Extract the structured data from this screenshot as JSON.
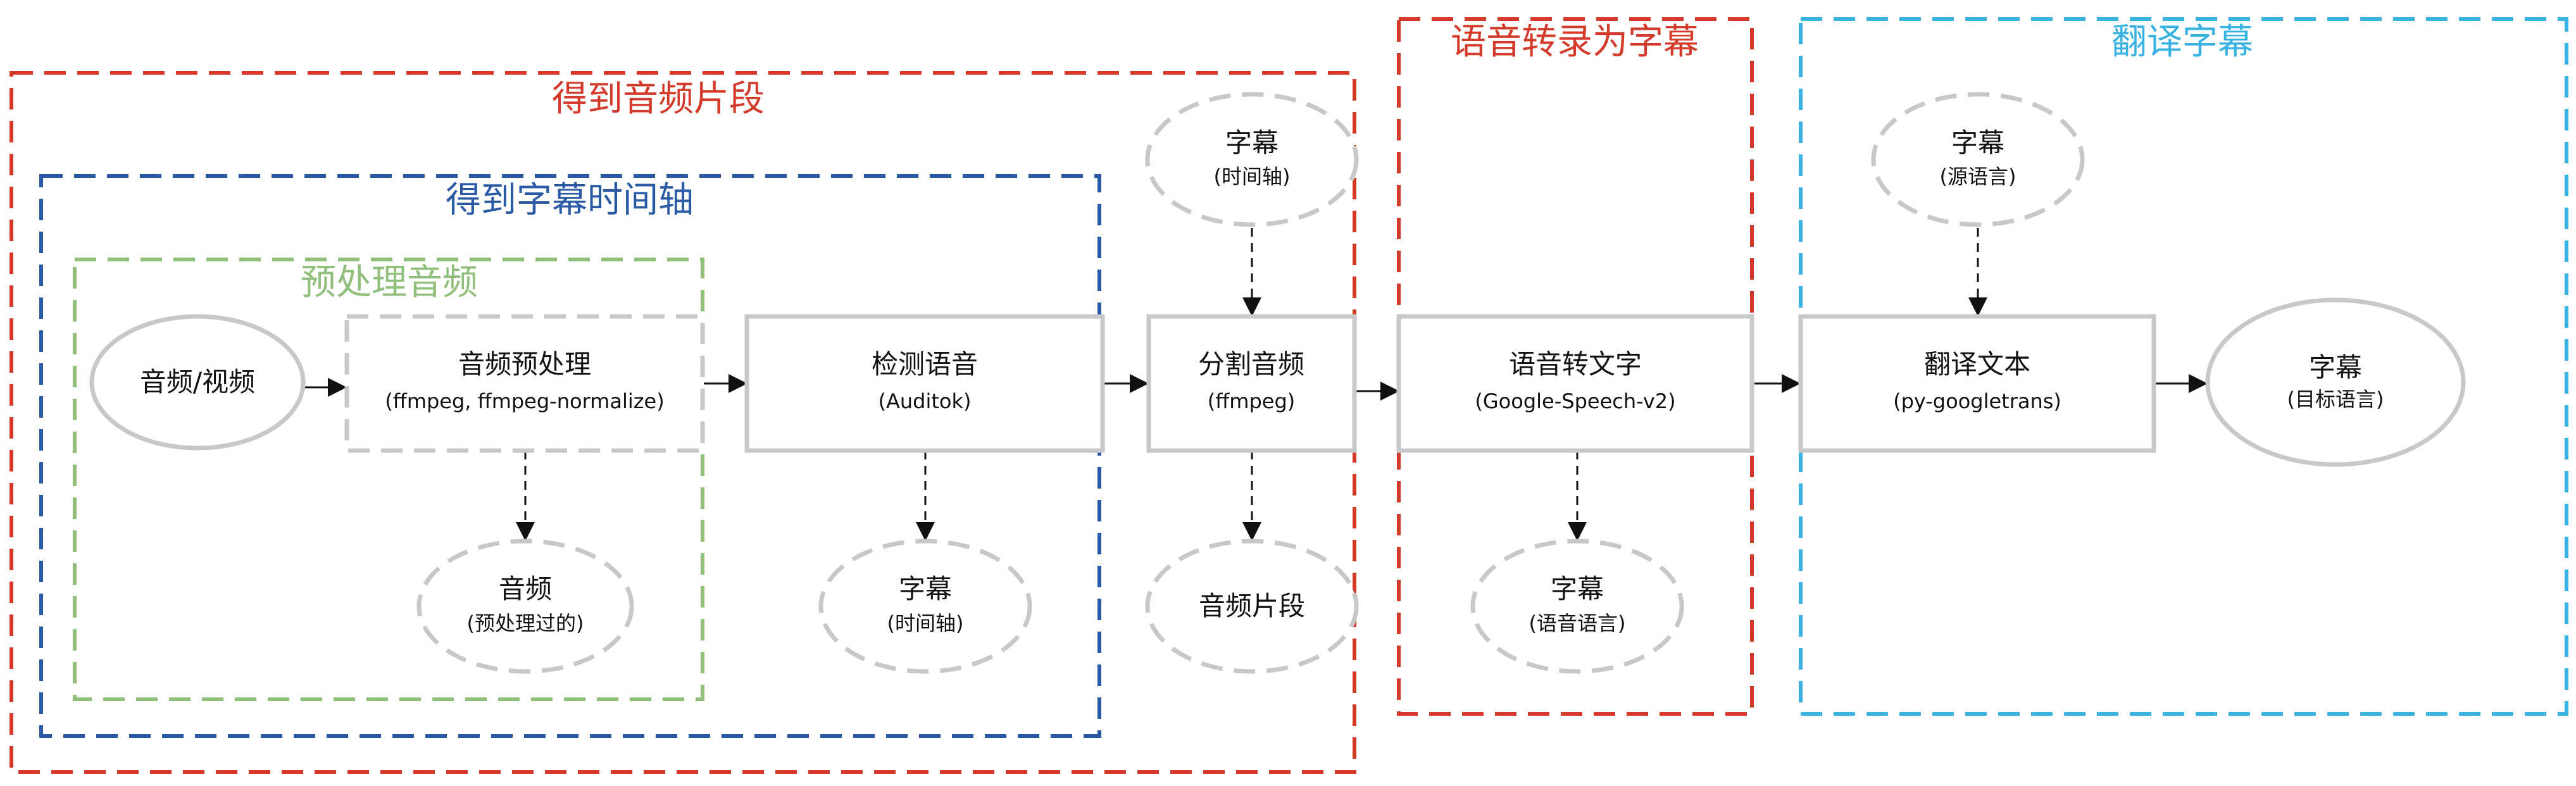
{
  "groups": {
    "get_segments": {
      "title": "得到音频片段",
      "color": "#d43a2a"
    },
    "get_timeline": {
      "title": "得到字幕时间轴",
      "color": "#2a5aa6"
    },
    "preprocess": {
      "title": "预处理音频",
      "color": "#8fbf7a"
    },
    "transcribe": {
      "title": "语音转录为字幕",
      "color": "#d43a2a"
    },
    "translate": {
      "title": "翻译字幕",
      "color": "#38b2e3"
    }
  },
  "nodes": {
    "input": {
      "label": "音频/视频"
    },
    "preprocess": {
      "label": "音频预处理",
      "sub": "(ffmpeg, ffmpeg-normalize)"
    },
    "detect": {
      "label": "检测语音",
      "sub": "(Auditok)"
    },
    "split": {
      "label": "分割音频",
      "sub": "(ffmpeg)"
    },
    "stt": {
      "label": "语音转文字",
      "sub": "(Google-Speech-v2)"
    },
    "translate": {
      "label": "翻译文本",
      "sub": "(py-googletrans)"
    },
    "audio_pre": {
      "label": "音频",
      "sub": "(预处理过的)"
    },
    "subs_timeline_1": {
      "label": "字幕",
      "sub": "(时间轴)"
    },
    "subs_timeline_2": {
      "label": "字幕",
      "sub": "(时间轴)"
    },
    "audio_segments": {
      "label": "音频片段"
    },
    "subs_speech": {
      "label": "字幕",
      "sub": "(语音语言)"
    },
    "subs_source": {
      "label": "字幕",
      "sub": "(源语言)"
    },
    "subs_target": {
      "label": "字幕",
      "sub": "(目标语言)"
    }
  },
  "colors": {
    "box_stroke": "#c8c8c8",
    "dashed_node_stroke": "#c8c8c8",
    "text": "#111111",
    "arrow": "#111111"
  }
}
